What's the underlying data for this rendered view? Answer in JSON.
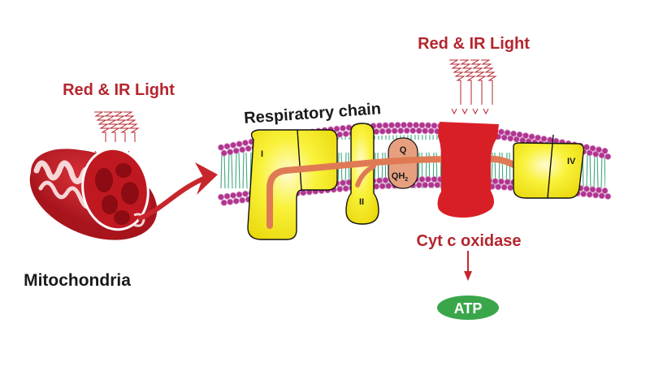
{
  "light_label_left": "Red & IR Light",
  "light_label_right": "Red & IR Light",
  "mitochondria_label": "Mitochondria",
  "respiratory_chain_label": "Respiratory chain",
  "complexes": {
    "complex_1": "I",
    "complex_2": "II",
    "complex_4": "IV",
    "q_top": "Q",
    "q_bottom": "QH",
    "q_bottom_sub": "2"
  },
  "cyt_c_oxidase_label": "Cyt c oxidase",
  "atp_label": "ATP",
  "colors": {
    "text_red": "#b5252e",
    "complex_yellow": "#f7ee2a",
    "cyt_red": "#d91f26",
    "electron_path": "#e07a55",
    "lipid_head": "#b0358f",
    "lipid_tail": "#3fa77d",
    "atp_green": "#3aa64a",
    "quinone": "#e6a07f"
  }
}
